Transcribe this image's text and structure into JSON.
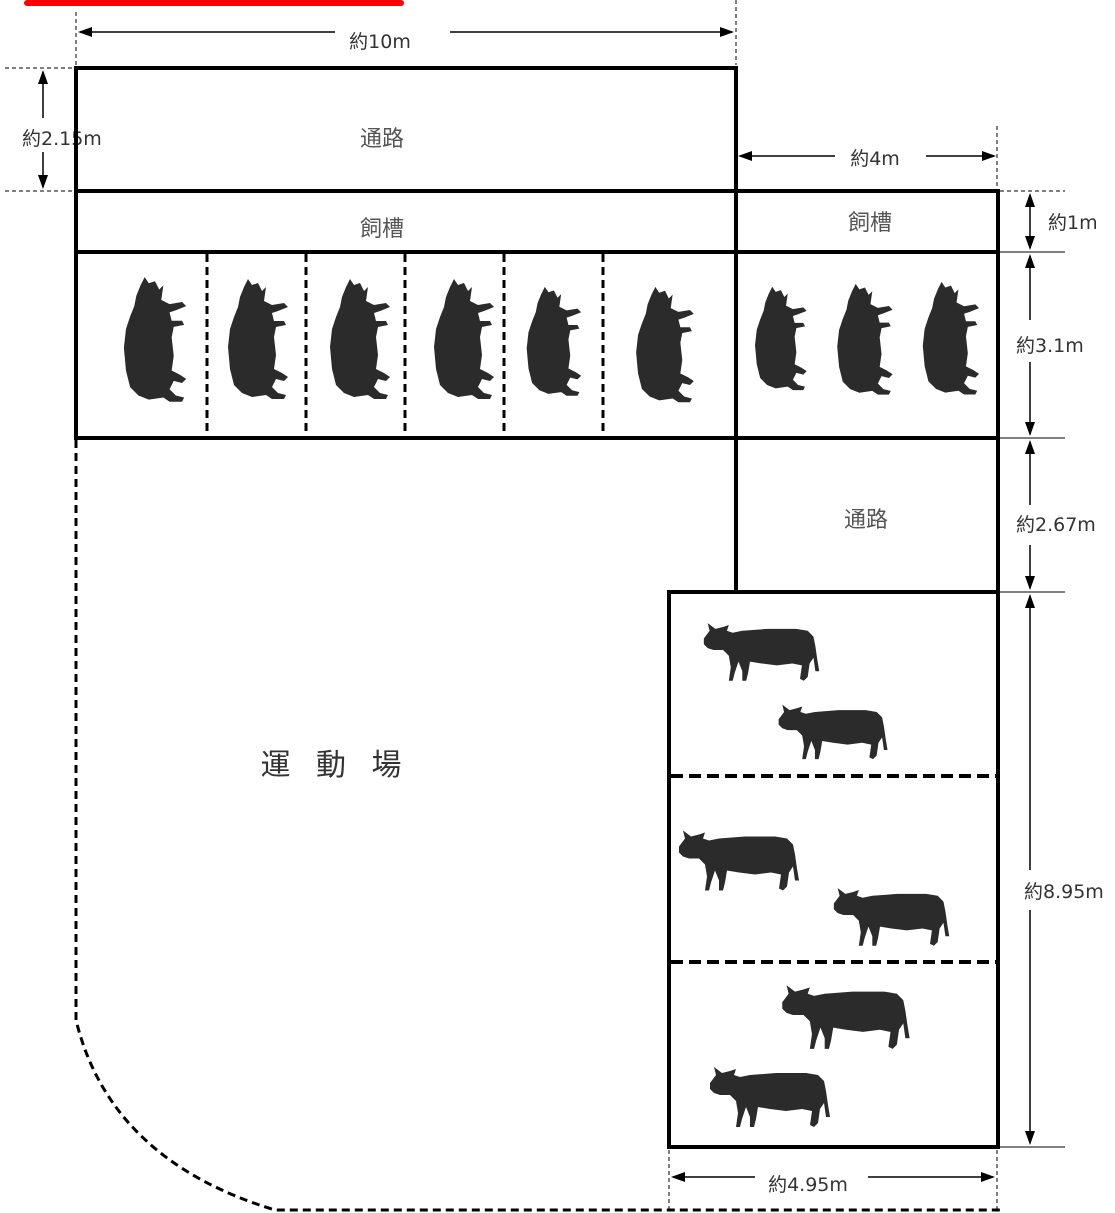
{
  "title_bar_color": "#ff0000",
  "labels": {
    "passage_top": "通路",
    "feed_trough_left": "飼槽",
    "feed_trough_right": "飼槽",
    "passage_right": "通路",
    "exercise_yard": "運 動 場"
  },
  "dimensions": {
    "top_width": "約10m",
    "right_top_width": "約4m",
    "passage_height": "約2.15m",
    "trough_height": "約1m",
    "stall_height": "約3.1m",
    "passage_right_height": "約2.67m",
    "pen_height": "約8.95m",
    "pen_width": "約4.95m"
  },
  "stalls": {
    "left_tie_stalls": 6,
    "right_tie_cows": 3,
    "pen_rows": 3,
    "cows_per_pen_row": 2
  },
  "icons": {
    "standing_cow_top": "cow-icon",
    "standing_cow_side": "cow-icon"
  },
  "colors": {
    "line": "#000000",
    "cow": "#2b2b2b",
    "background": "#ffffff"
  }
}
